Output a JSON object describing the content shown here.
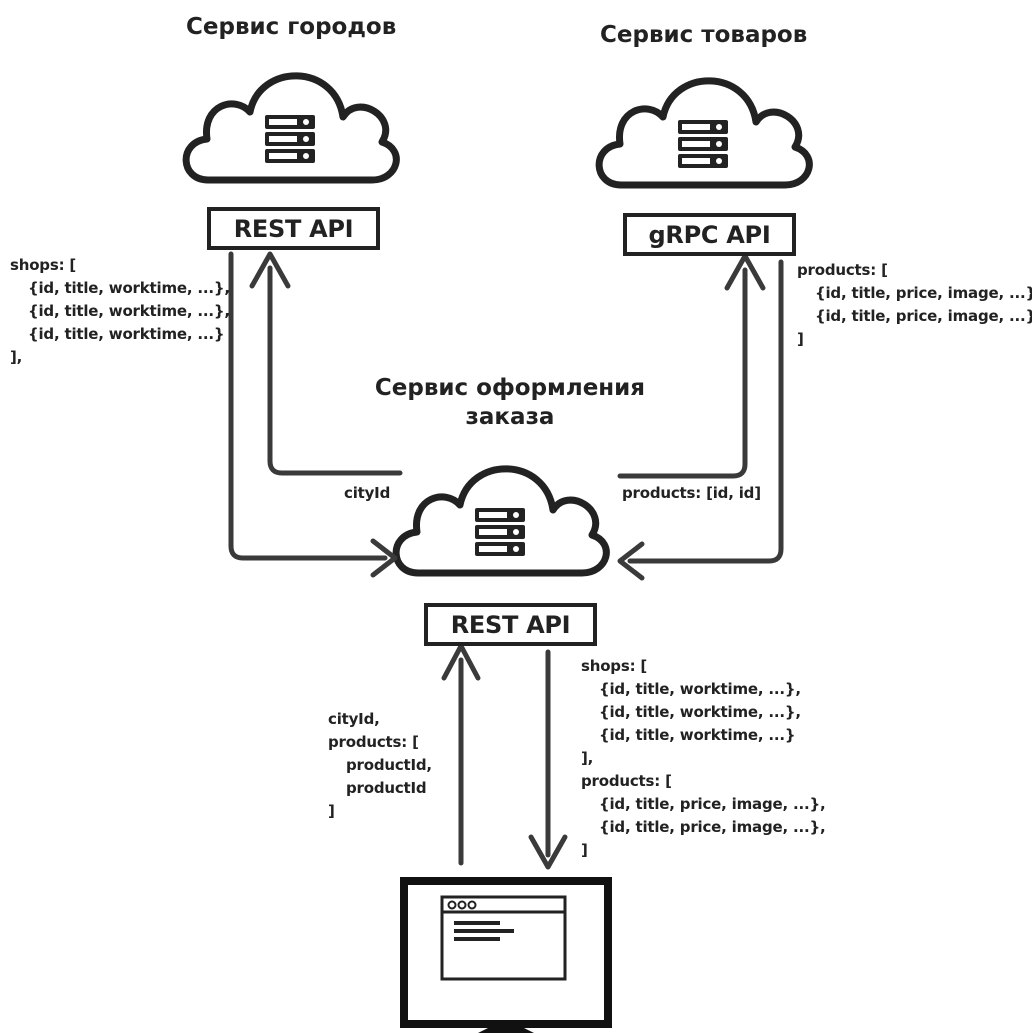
{
  "services": {
    "cities": {
      "title": "Сервис городов",
      "api": "REST API"
    },
    "products": {
      "title": "Сервис товаров",
      "api": "gRPC API"
    },
    "checkout": {
      "title_lines": [
        "Сервис оформления",
        "заказа"
      ],
      "api": "REST API"
    }
  },
  "labels": {
    "shops_from_cities": [
      "shops: [",
      "{id, title, worktime, ...},",
      "{id, title, worktime, ...},",
      "{id, title, worktime, ...}",
      "],"
    ],
    "products_from_products": [
      "products: [",
      "{id, title, price, image, ...},",
      "{id, title, price, image, ...}",
      "]"
    ],
    "city_request": "cityId",
    "products_request": "products: [id, id]",
    "client_request": [
      "cityId,",
      "products: [",
      "productId,",
      "productId",
      "]"
    ],
    "client_response": [
      "shops: [",
      "{id, title, worktime, ...},",
      "{id, title, worktime, ...},",
      "{id, title, worktime, ...}",
      "],",
      "products: [",
      "{id, title, price, image, ...},",
      "{id, title, price, image, ...},",
      "]"
    ]
  },
  "icons": [
    "cloud-server-icon",
    "cloud-server-icon",
    "cloud-server-icon",
    "monitor-icon"
  ],
  "colors": {
    "stroke": "#222222",
    "arrow": "#3a3a3a",
    "background": "#ffffff"
  }
}
